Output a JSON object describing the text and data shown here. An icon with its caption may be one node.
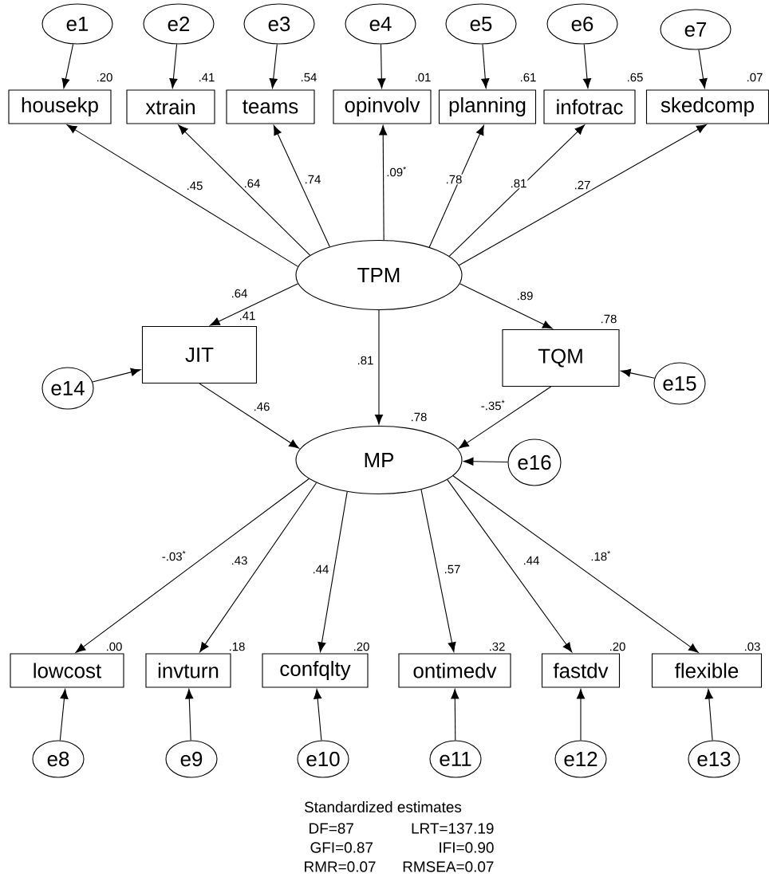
{
  "diagram": {
    "nodes": [
      {
        "text": [
          "e1"
        ]
      },
      {
        "text": [
          "e2"
        ]
      },
      {
        "text": [
          "e3"
        ]
      },
      {
        "text": [
          "e4"
        ]
      },
      {
        "text": [
          "e5"
        ]
      },
      {
        "text": [
          "e6"
        ]
      },
      {
        "text": [
          "e7"
        ]
      },
      {
        "text": [
          "housekp"
        ],
        "beside": [
          ".20"
        ]
      },
      {
        "text": [
          "xtrain"
        ],
        "beside": [
          ".41"
        ]
      },
      {
        "text": [
          "teams"
        ],
        "beside": [
          ".54"
        ]
      },
      {
        "text": [
          "opinvolv"
        ],
        "beside": [
          ".01"
        ]
      },
      {
        "text": [
          "planning"
        ],
        "beside": [
          ".61"
        ]
      },
      {
        "text": [
          "infotrac"
        ],
        "beside": [
          ".65"
        ]
      },
      {
        "text": [
          "skedcomp"
        ],
        "beside": [
          ".07"
        ]
      },
      {
        "text": [
          "TPM"
        ]
      },
      {
        "text": [
          "JIT"
        ],
        "beside": [
          ".41"
        ]
      },
      {
        "text": [
          "TQM"
        ],
        "beside": [
          ".78"
        ]
      },
      {
        "text": [
          "MP"
        ],
        "beside": [
          ".78"
        ]
      },
      {
        "text": [
          "e14"
        ]
      },
      {
        "text": [
          "e15"
        ]
      },
      {
        "text": [
          "e16"
        ]
      },
      {
        "text": [
          "lowcost"
        ],
        "beside": [
          ".00"
        ]
      },
      {
        "text": [
          "invturn"
        ],
        "beside": [
          ".18"
        ]
      },
      {
        "text": [
          "confqlty"
        ],
        "beside": [
          ".20"
        ]
      },
      {
        "text": [
          "ontimedv"
        ],
        "beside": [
          ".32"
        ]
      },
      {
        "text": [
          "fastdv"
        ],
        "beside": [
          ".20"
        ]
      },
      {
        "text": [
          "flexible"
        ],
        "beside": [
          ".03"
        ]
      },
      {
        "text": [
          "e8"
        ]
      },
      {
        "text": [
          "e9"
        ]
      },
      {
        "text": [
          "e10"
        ]
      },
      {
        "text": [
          "e11"
        ]
      },
      {
        "text": [
          "e12"
        ]
      },
      {
        "text": [
          "e13"
        ]
      }
    ],
    "edges": [
      {
        "from": 0,
        "to": 7,
        "arrow": "to"
      },
      {
        "from": 1,
        "to": 8,
        "arrow": "to"
      },
      {
        "from": 2,
        "to": 9,
        "arrow": "to"
      },
      {
        "from": 3,
        "to": 10,
        "arrow": "to"
      },
      {
        "from": 4,
        "to": 11,
        "arrow": "to"
      },
      {
        "from": 5,
        "to": 12,
        "arrow": "to"
      },
      {
        "from": 6,
        "to": 13,
        "arrow": "to"
      },
      {
        "from": 14,
        "to": 7,
        "arrow": "to",
        "label": ".45"
      },
      {
        "from": 14,
        "to": 8,
        "arrow": "to",
        "label": ".64"
      },
      {
        "from": 14,
        "to": 9,
        "arrow": "to",
        "label": ".74"
      },
      {
        "from": 14,
        "to": 10,
        "arrow": "to",
        "label": ".09$^{*}$"
      },
      {
        "from": 14,
        "to": 11,
        "arrow": "to",
        "label": ".78"
      },
      {
        "from": 14,
        "to": 12,
        "arrow": "to",
        "label": ".81"
      },
      {
        "from": 14,
        "to": 13,
        "arrow": "to",
        "label": ".27"
      },
      {
        "from": 14,
        "to": 15,
        "arrow": "to",
        "label": ".64"
      },
      {
        "from": 14,
        "to": 16,
        "arrow": "to",
        "label": ".89"
      },
      {
        "from": 14,
        "to": 17,
        "arrow": "to",
        "label": ".81"
      },
      {
        "from": 15,
        "to": 17,
        "arrow": "to",
        "label": ".46"
      },
      {
        "from": 16,
        "to": 17,
        "arrow": "to",
        "label": "-.35$^{*}$"
      },
      {
        "from": 18,
        "to": 15,
        "arrow": "to"
      },
      {
        "from": 19,
        "to": 16,
        "arrow": "to"
      },
      {
        "from": 20,
        "to": 17,
        "arrow": "to"
      },
      {
        "from": 17,
        "to": 21,
        "arrow": "to",
        "label": "-.03$^{*}$"
      },
      {
        "from": 17,
        "to": 22,
        "arrow": "to",
        "label": ".43"
      },
      {
        "from": 17,
        "to": 23,
        "arrow": "to",
        "label": ".44"
      },
      {
        "from": 17,
        "to": 24,
        "arrow": "to",
        "label": ".57"
      },
      {
        "from": 17,
        "to": 25,
        "arrow": "to",
        "label": ".44"
      },
      {
        "from": 17,
        "to": 26,
        "arrow": "to",
        "label": ".18$^{*}$"
      },
      {
        "from": 27,
        "to": 21,
        "arrow": "to"
      },
      {
        "from": 28,
        "to": 22,
        "arrow": "to"
      },
      {
        "from": 29,
        "to": 23,
        "arrow": "to"
      },
      {
        "from": 30,
        "to": 24,
        "arrow": "to"
      },
      {
        "from": 31,
        "to": 25,
        "arrow": "to"
      },
      {
        "from": 32,
        "to": 26,
        "arrow": "to"
      }
    ],
    "labels": [
      "Standardized estimates",
      "DF=87",
      "LRT=137.19",
      "GFI=0.87",
      "IFI=0.90",
      "RMR=0.07",
      "RMSEA=0.07"
    ]
  }
}
